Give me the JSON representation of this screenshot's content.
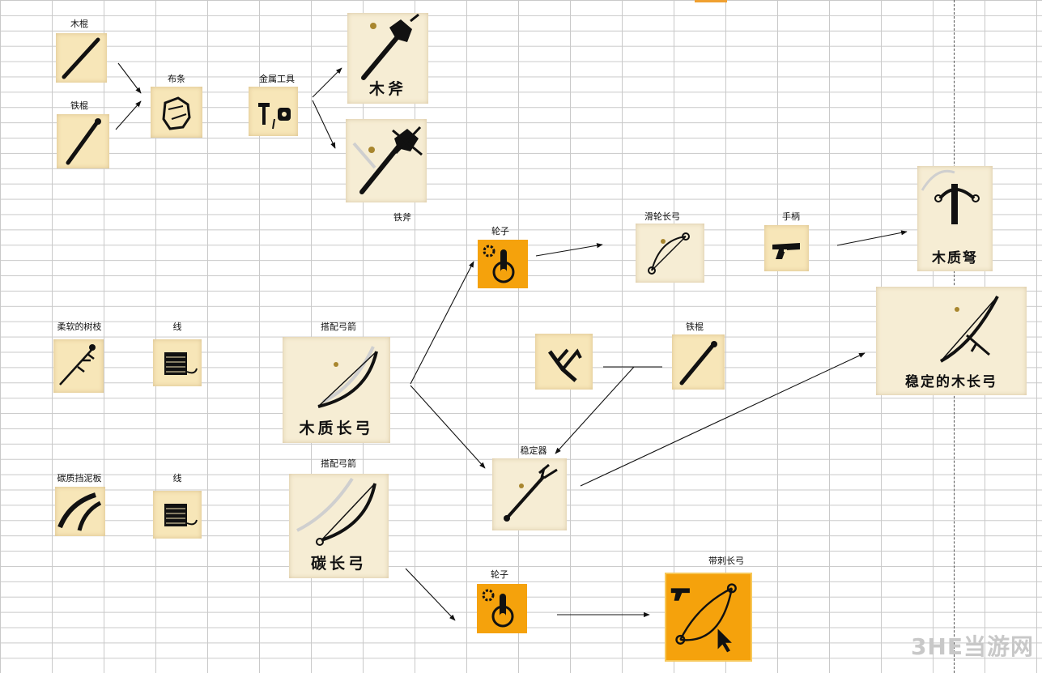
{
  "labels": {
    "wood_stick": "木棍",
    "iron_stick": "铁棍",
    "cloth": "布条",
    "metal_tool": "金属工具",
    "iron_axe": "铁斧",
    "wheel_1": "轮子",
    "pulley_longbow": "滑轮长弓",
    "handle": "手柄",
    "soft_branch": "柔软的树枝",
    "thread_1": "线",
    "match_arrow_1": "搭配弓箭",
    "iron_stick_2": "铁棍",
    "stabilizer": "稳定器",
    "carbon_fender": "碳质挡泥板",
    "thread_2": "线",
    "match_arrow_2": "搭配弓箭",
    "wheel_2": "轮子",
    "barbed_longbow": "带刺长弓"
  },
  "captions": {
    "wood_axe": "木斧",
    "wood_crossbow": "木质弩",
    "wood_longbow": "木质长弓",
    "stable_wood_longbow": "稳定的木长弓",
    "carbon_longbow": "碳长弓"
  },
  "watermark": "3HE当游网",
  "colors": {
    "tile": "#f7e6b8",
    "orange": "#f5a20c",
    "icon": "#111111"
  },
  "icons": {
    "wood_stick": "stick-icon",
    "iron_stick": "iron-rod-icon",
    "cloth": "cloth-icon",
    "metal_tool": "tools-icon",
    "wood_axe": "axe-icon",
    "iron_axe": "spiked-axe-icon",
    "wheel": "pulley-wheel-icon",
    "pulley_longbow": "compound-bow-icon",
    "handle": "pistol-grip-icon",
    "wood_crossbow": "crossbow-icon",
    "stable_longbow": "bow-icon",
    "soft_branch": "branch-icon",
    "thread": "thread-spool-icon",
    "wood_longbow": "bow-icon",
    "fork": "fork-icon",
    "stabilizer": "stabilizer-icon",
    "carbon_fender": "fender-icon",
    "carbon_longbow": "double-bow-icon",
    "barbed_longbow": "barbed-bow-icon"
  }
}
